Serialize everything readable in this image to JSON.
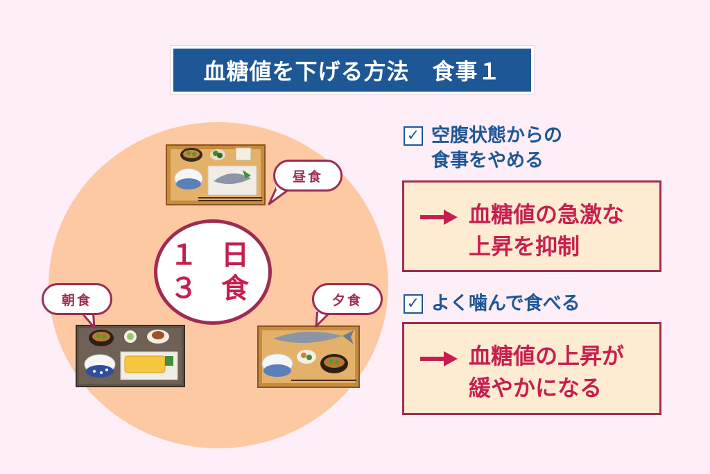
{
  "title": "血糖値を下げる方法　食事１",
  "center": {
    "line1": "１ 日",
    "line2": "３ 食"
  },
  "meals": {
    "lunch": "昼食",
    "breakfast": "朝食",
    "dinner": "夕食"
  },
  "points": [
    {
      "check_lines": [
        "空腹状態からの",
        "食事をやめる"
      ],
      "result_lines": [
        "血糖値の急激な",
        "上昇を抑制"
      ]
    },
    {
      "check_lines": [
        "よく噛んで食べる"
      ],
      "result_lines": [
        "血糖値の上昇が",
        "緩やかになる"
      ]
    }
  ],
  "colors": {
    "navy": "#1e5796",
    "maroon": "#9e2c52",
    "pink": "#c61f4f",
    "peach": "#fdc9a3",
    "cream": "#fdecd1",
    "background": "#fdeef7"
  },
  "icons": [
    "checkbox-icon",
    "arrow-right-icon",
    "meal-tray-icon"
  ]
}
